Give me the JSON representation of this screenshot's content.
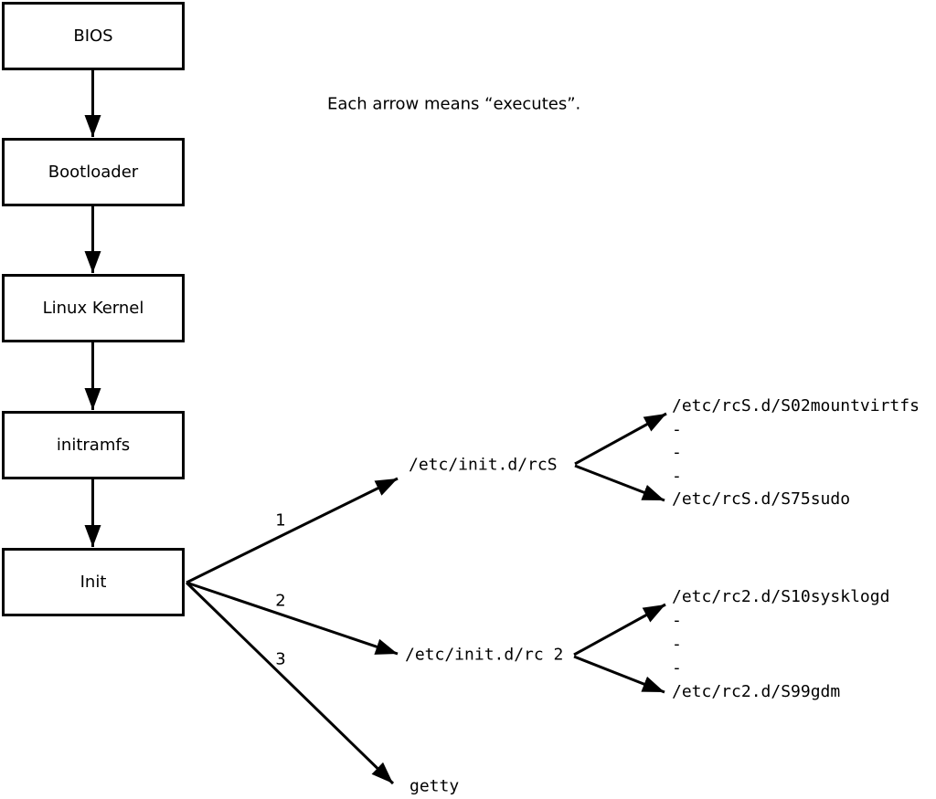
{
  "note": "Each arrow means “executes”.",
  "colors": {
    "ink": "#000000",
    "paper": "#ffffff"
  },
  "boot_chain": {
    "bios": "BIOS",
    "bootloader": "Bootloader",
    "kernel": "Linux Kernel",
    "initramfs": "initramfs",
    "init": "Init"
  },
  "init_branches": {
    "branch1": {
      "order": "1",
      "script": "/etc/init.d/rcS",
      "entries": [
        "/etc/rcS.d/S02mountvirtfs",
        "-",
        "-",
        "-",
        "/etc/rcS.d/S75sudo"
      ]
    },
    "branch2": {
      "order": "2",
      "script": "/etc/init.d/rc 2",
      "entries": [
        "/etc/rc2.d/S10sysklogd",
        "-",
        "-",
        "-",
        "/etc/rc2.d/S99gdm"
      ]
    },
    "branch3": {
      "order": "3",
      "script": "getty"
    }
  }
}
